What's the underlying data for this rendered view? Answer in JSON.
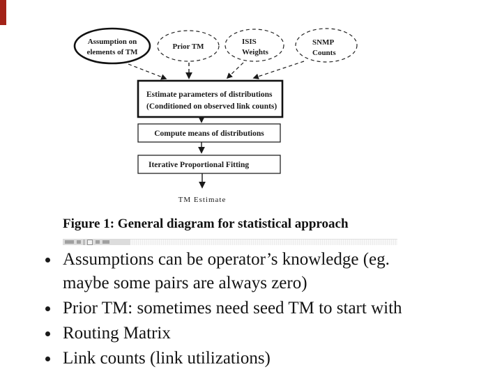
{
  "slide": {
    "accent_color": "#a32318",
    "caption": "Figure 1: General diagram for statistical approach"
  },
  "diagram": {
    "sources": [
      {
        "id": "assumption-on-elements-of-tm",
        "line1": "Assumption on",
        "line2": "elements of TM",
        "border": "solid"
      },
      {
        "id": "prior-tm",
        "line1": "Prior TM",
        "border": "dashed"
      },
      {
        "id": "isis-weights",
        "line1": "ISIS",
        "line2": "Weights",
        "border": "dashed"
      },
      {
        "id": "snmp-counts",
        "line1": "SNMP",
        "line2": "Counts",
        "border": "dashed"
      }
    ],
    "steps": [
      {
        "id": "estimate-parameters",
        "line1": "Estimate parameters of distributions",
        "line2": "(Conditioned on observed link counts)"
      },
      {
        "id": "compute-means",
        "line1": "Compute means of distributions"
      },
      {
        "id": "iterative-proportional-fitting",
        "line1": "Iterative Proportional Fitting"
      }
    ],
    "result_label": "TM Estimate"
  },
  "bullets": [
    {
      "line1": "Assumptions can be operator’s knowledge (eg.",
      "line2": "maybe some pairs are always zero)"
    },
    {
      "line1": "Prior TM: sometimes need seed TM to start with"
    },
    {
      "line1": "Routing Matrix"
    },
    {
      "line1": "Link counts (link utilizations)"
    }
  ]
}
